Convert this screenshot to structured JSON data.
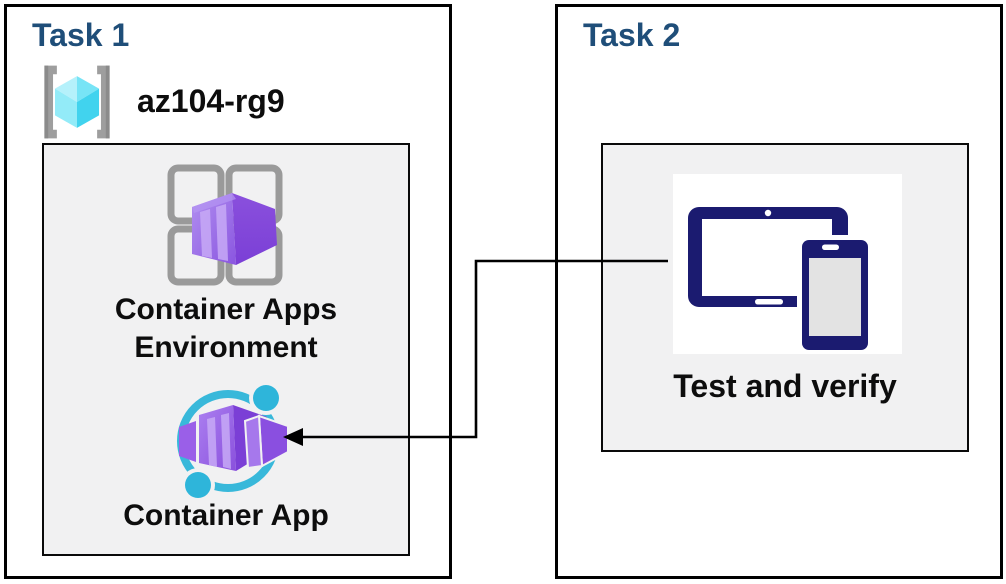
{
  "task1": {
    "title": "Task 1",
    "resource_group_name": "az104-rg9",
    "nodes": [
      {
        "label": "Container Apps\nEnvironment",
        "icon": "container-apps-environment-icon"
      },
      {
        "label": "Container App",
        "icon": "container-app-icon"
      }
    ]
  },
  "task2": {
    "title": "Task 2",
    "nodes": [
      {
        "label": "Test and verify",
        "icon": "devices-tablet-phone-icon"
      }
    ]
  },
  "connector": {
    "from": "test-and-verify",
    "to": "container-app",
    "style": "elbow-arrow-left"
  },
  "icons": {
    "resource_group": "resource-group-brackets-cube-icon",
    "environment": "container-apps-environment-icon",
    "container_app": "container-app-icon",
    "test": "devices-tablet-phone-icon"
  },
  "colors": {
    "title_blue": "#1F4E79",
    "text_black": "#0d0d0d",
    "box_fill_gray": "#f1f1f2",
    "border_black": "#000000",
    "bracket_gray": "#9e9e9e",
    "grid_gray": "#9a9a9a",
    "cube_cyan_light": "#b5f1fb",
    "cube_cyan_dark": "#41d3ee",
    "purple_front": "#9a6ce8",
    "purple_side": "#7b3fd6",
    "ring_cyan": "#38b8da",
    "device_navy": "#1b1b70",
    "phone_screen_gray": "#e3e3e3"
  }
}
